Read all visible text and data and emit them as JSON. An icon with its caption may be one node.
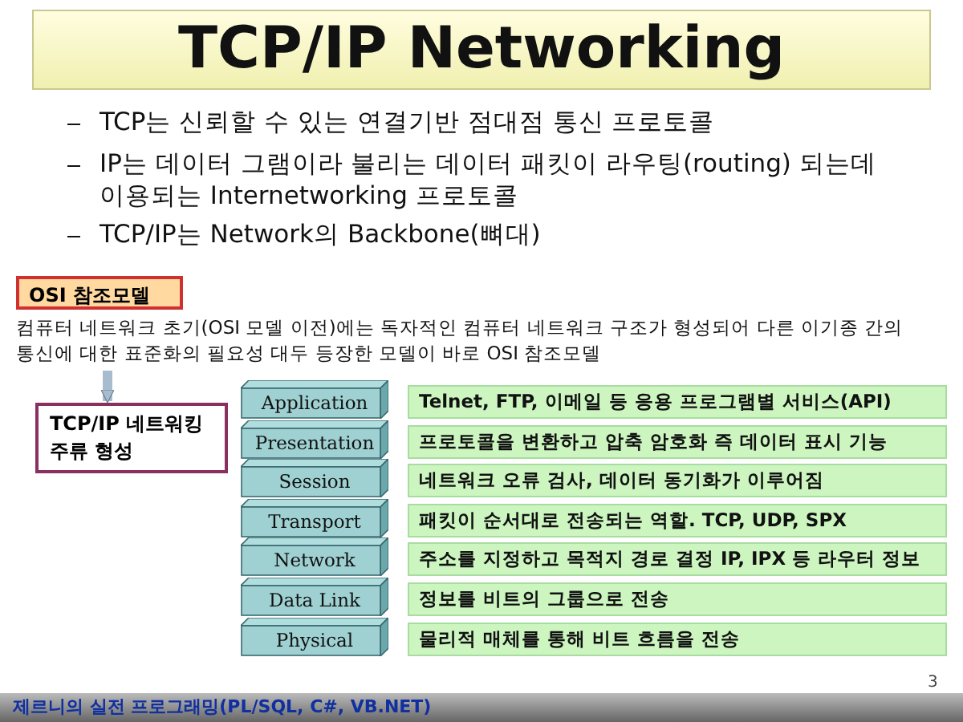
{
  "diagram": {
    "title": "TCP/IP Networking",
    "nodes": [
      {
        "text": [
          "OSI 참조모델"
        ]
      },
      {
        "text": [
          "컴퓨터 네트워크 초기(OSI 모델 이전)에는 독자적인 컴퓨터 네트워크 구조가 형성되어 다른 이기종 간의 통신에 대한 표준화의 필요성 대두 등장한 모델이 바로 OSI 참조모델"
        ]
      },
      {
        "text": [
          "TCP/IP 네트워킹 주류 형성"
        ]
      },
      {
        "text": [
          "Application"
        ]
      },
      {
        "text": [
          "Presentation"
        ]
      },
      {
        "text": [
          "Session"
        ]
      },
      {
        "text": [
          "Transport"
        ]
      },
      {
        "text": [
          "Network"
        ]
      },
      {
        "text": [
          "Data Link"
        ]
      },
      {
        "text": [
          "Physical"
        ]
      },
      {
        "text": [
          "Telnet, FTP, 이메일 등 응용 프로그램별 서비스(API)"
        ]
      },
      {
        "text": [
          "프로토콜을 변환하고 압축 암호화 즉 데이터 표시 기능"
        ]
      },
      {
        "text": [
          "네트워크 오류 검사, 데이터 동기화가 이루어짐"
        ]
      },
      {
        "text": [
          "패킷이 순서대로 전송되는 역할. TCP, UDP, SPX"
        ]
      },
      {
        "text": [
          "주소를 지정하고 목적지 경로 결정 IP, IPX 등 라우터 정보"
        ]
      },
      {
        "text": [
          "정보를 비트의 그룹으로 전송"
        ]
      },
      {
        "text": [
          "물리적 매체를 통해 비트 흐름을 전송"
        ]
      }
    ],
    "edges": [
      {
        "from": 1,
        "to": 2,
        "arrow": "to"
      }
    ],
    "labels": [
      "TCP는 신뢰할 수 있는 연결기반 점대점 통신 프로토콜",
      "IP는 데이터 그램이라 불리는 데이터 패킷이 라우팅(routing) 되는데 이용되는 Internetworking 프로토콜",
      "TCP/IP는 Network의 Backbone(뼈대)",
      "3",
      "제르니의 실전 프로그래밍(PL/SQL, C#, VB.NET)"
    ]
  }
}
